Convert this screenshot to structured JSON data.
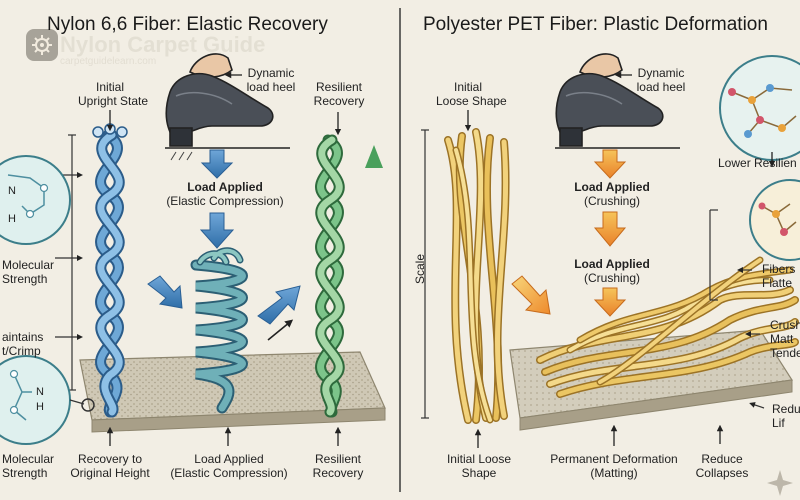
{
  "nylon": {
    "title": "Nylon 6,6 Fiber: Elastic Recovery",
    "initial_line1": "Initial",
    "initial_line2": "Upright State",
    "heel_line1": "Dynamic",
    "heel_line2": "load heel",
    "resilient_line1": "Resilient",
    "resilient_line2": "Recovery",
    "load_line1": "Load Applied",
    "load_line2": "(Elastic Compression)",
    "mol_strength_1_line1": "Molecular",
    "mol_strength_1_line2": "Strength",
    "maintains_line1": "aintains",
    "maintains_line2": "t/Crimp",
    "mol_strength_2_line1": "Molecular",
    "mol_strength_2_line2": "Strength",
    "bottom_recovery_line1": "Recovery to",
    "bottom_recovery_line2": "Original Height",
    "bottom_load_line1": "Load Applied",
    "bottom_load_line2": "(Elastic Compression)",
    "bottom_resilient_line1": "Resilient",
    "bottom_resilient_line2": "Recovery",
    "watermark_line1": "Nylon Carpet Guide",
    "watermark_line2": "carpetguidelearn.com"
  },
  "polyester": {
    "title": "Polyester PET Fiber: Plastic Deformation",
    "initial_line1": "Initial",
    "initial_line2": "Loose Shape",
    "heel_line1": "Dynamic",
    "heel_line2": "load heel",
    "lower_resilience": "Lower Resilien",
    "load1_line1": "Load Applied",
    "load1_line2": "(Crushing)",
    "load2_line1": "Load Applied",
    "load2_line2": "(Crushing)",
    "scale": "Scale",
    "fibers_line1": "Fibers",
    "fibers_line2": "Flatte",
    "crush_line1": "Crush",
    "crush_line2": "Matt",
    "crush_line3": "Tende",
    "redu_line1": "Redu",
    "redu_line2": "Lif",
    "bottom_initial_line1": "Initial Loose",
    "bottom_initial_line2": "Shape",
    "bottom_perm_line1": "Permanent Deformation",
    "bottom_perm_line2": "(Matting)",
    "bottom_reduce_line1": "Reduce",
    "bottom_reduce_line2": "Collapses"
  },
  "molecule": {
    "atom_n": "N",
    "atom_h": "H"
  },
  "colors": {
    "nylon_blue": "#4f86b8",
    "nylon_green": "#5aa86a",
    "pet_yellow": "#e7c46a",
    "arrow_blue": "#3f7fc0",
    "arrow_orange": "#ef9a2a",
    "carpet": "#c9c1ad"
  }
}
